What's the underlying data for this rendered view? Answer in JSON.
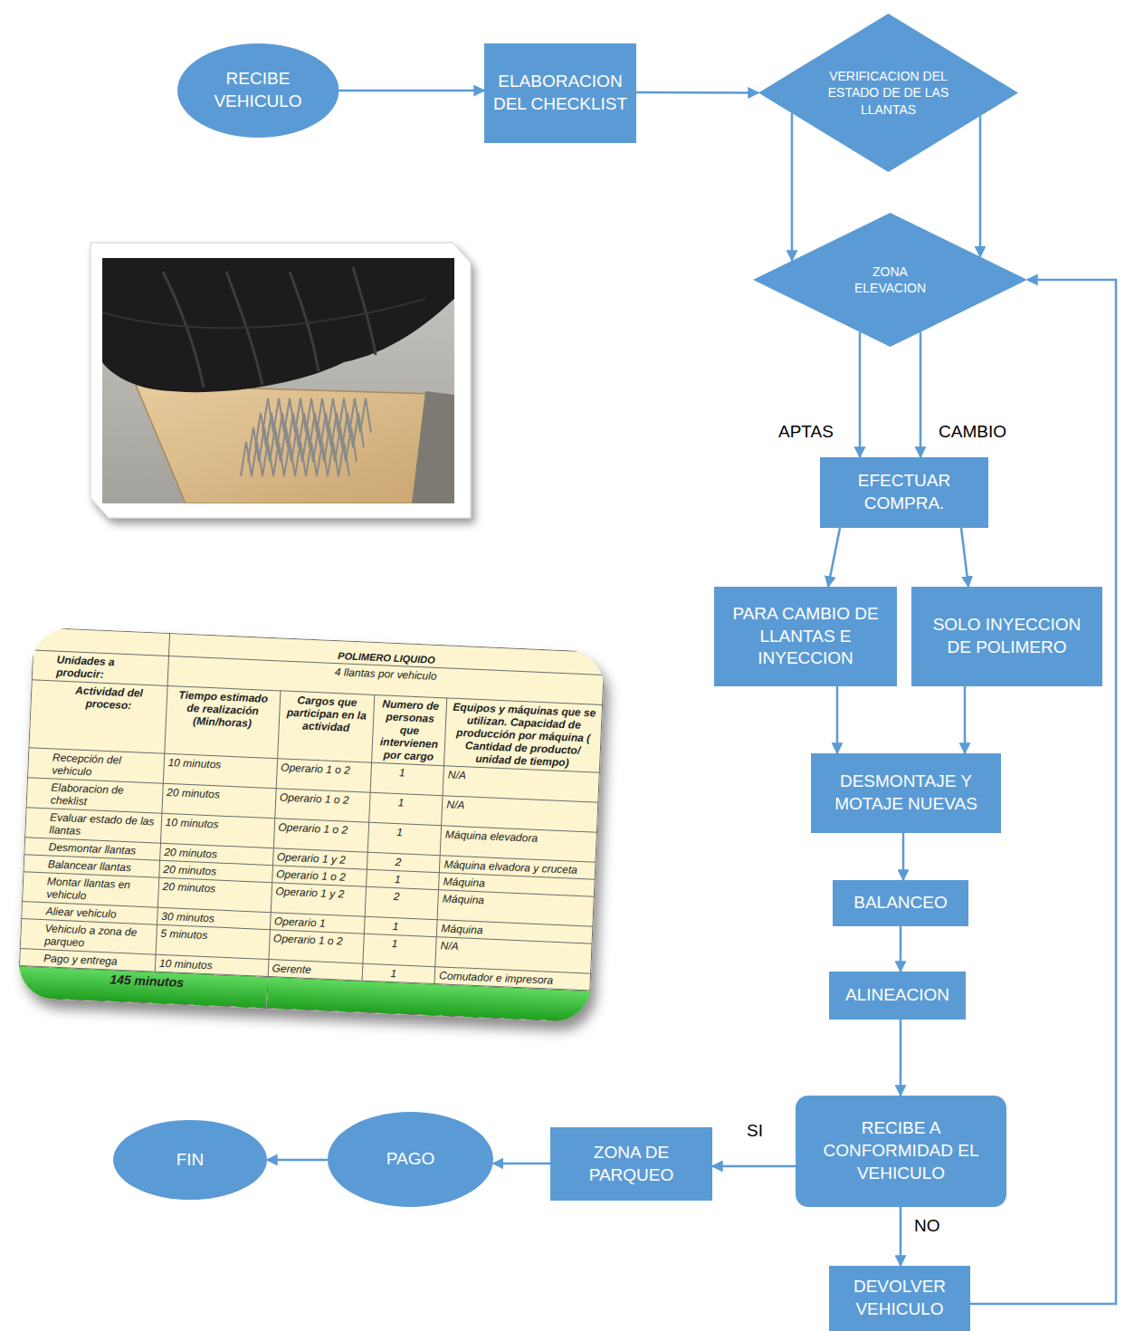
{
  "diagram": {
    "nodes": [
      {
        "text": [
          "RECIBE VEHICULO"
        ]
      },
      {
        "text": [
          "ELABORACION DEL CHECKLIST"
        ]
      },
      {
        "text": [
          "VERIFICACION DEL ESTADO DE DE LAS LLANTAS"
        ]
      },
      {
        "text": [
          "ZONA ELEVACION"
        ]
      },
      {
        "text": [
          "EFECTUAR COMPRA."
        ]
      },
      {
        "text": [
          "PARA CAMBIO DE LLANTAS E INYECCION"
        ]
      },
      {
        "text": [
          "SOLO INYECCION DE POLIMERO"
        ]
      },
      {
        "text": [
          "DESMONTAJE Y MOTAJE NUEVAS"
        ]
      },
      {
        "text": [
          "BALANCEO"
        ]
      },
      {
        "text": [
          "ALINEACION"
        ]
      },
      {
        "text": [
          "RECIBE A CONFORMIDAD EL VEHICULO"
        ]
      },
      {
        "text": [
          "ZONA DE PARQUEO"
        ]
      },
      {
        "text": [
          "PAGO"
        ]
      },
      {
        "text": [
          "FIN"
        ]
      },
      {
        "text": [
          "DEVOLVER VEHICULO"
        ]
      }
    ],
    "edges": [
      {
        "from": 0,
        "to": 1,
        "arrow": "to"
      },
      {
        "from": 1,
        "to": 2,
        "arrow": "to"
      },
      {
        "from": 2,
        "to": 3,
        "arrow": "to"
      },
      {
        "from": 2,
        "to": 3,
        "arrow": "to"
      },
      {
        "from": 3,
        "to": 4,
        "label": "APTAS",
        "arrow": "to"
      },
      {
        "from": 3,
        "to": 4,
        "label": "CAMBIO",
        "arrow": "to"
      },
      {
        "from": 4,
        "to": 5,
        "arrow": "to"
      },
      {
        "from": 4,
        "to": 6,
        "arrow": "to"
      },
      {
        "from": 5,
        "to": 7,
        "arrow": "to"
      },
      {
        "from": 6,
        "to": 7,
        "arrow": "to"
      },
      {
        "from": 7,
        "to": 8,
        "arrow": "to"
      },
      {
        "from": 8,
        "to": 9,
        "arrow": "to"
      },
      {
        "from": 9,
        "to": 10,
        "arrow": "to"
      },
      {
        "from": 10,
        "to": 11,
        "label": "SI",
        "arrow": "to"
      },
      {
        "from": 11,
        "to": 12,
        "arrow": "to"
      },
      {
        "from": 12,
        "to": 13,
        "arrow": "to"
      },
      {
        "from": 10,
        "to": 14,
        "label": "NO",
        "arrow": "to"
      },
      {
        "from": 14,
        "to": 3,
        "arrow": "to"
      }
    ],
    "labels": [
      "POLIMERO LIQUIDO",
      "Unidades a producir:",
      "4 llantas por vehiculo",
      "Actividad del proceso:",
      "Tiempo estimado de realización (Min/horas)",
      "Cargos que participan en la actividad",
      "Numero de personas que intervienen por cargo",
      "Equipos y máquinas que se utilizan. Capacidad de producción por máquina ( Cantidad de producto/ unidad de tiempo)",
      "Recepción del vehiculo",
      "10 minutos",
      "Operario 1 o 2",
      "1",
      "N/A",
      "Elaboracion de cheklist",
      "20 minutos",
      "Operario 1 o 2",
      "1",
      "N/A",
      "Evaluar estado de las llantas",
      "10 minutos",
      "Operario 1 o 2",
      "1",
      "Máquina elevadora",
      "Desmontar llantas",
      "20 minutos",
      "Operario 1 y 2",
      "2",
      "Máquina elvadora y cruceta",
      "Balancear llantas",
      "20 minutos",
      "Operario 1 o 2",
      "1",
      "Máquina",
      "Montar llantas en vehiculo",
      "20 minutos",
      "Operario 1 y 2",
      "2",
      "Máquina",
      "Aliear vehiculo",
      "30 minutos",
      "Operario 1",
      "1",
      "Máquina",
      "Vehiculo a zona de parqueo",
      "5 minutos",
      "Operario 1 o 2",
      "1",
      "N/A",
      "Pago y entrega",
      "10 minutos",
      "Gerente",
      "1",
      "Comutador e impresora",
      "145 minutos"
    ]
  }
}
